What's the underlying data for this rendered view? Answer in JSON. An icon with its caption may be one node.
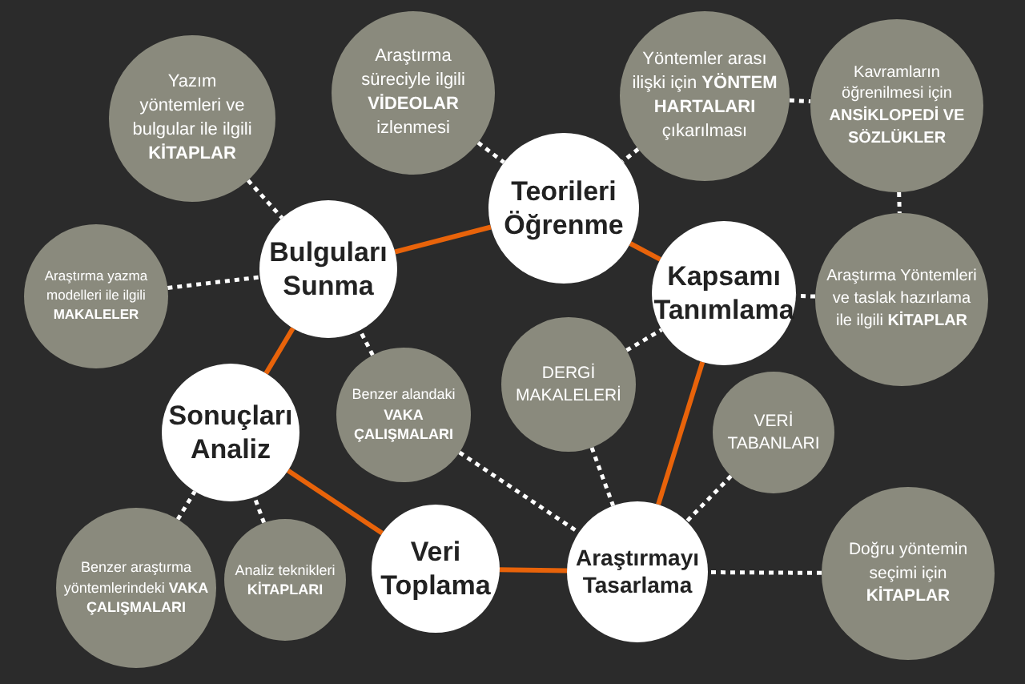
{
  "diagram": {
    "nodes": [
      {
        "text": [
          "Teorileri Öğrenme"
        ]
      },
      {
        "text": [
          "Kapsamı Tanımlama"
        ]
      },
      {
        "text": [
          "Araştırmayı Tasarlama"
        ]
      },
      {
        "text": [
          "Veri Toplama"
        ]
      },
      {
        "text": [
          "Sonuçları Analiz"
        ]
      },
      {
        "text": [
          "Bulguları Sunma"
        ]
      },
      {
        "text": [
          "Yazım yöntemleri ve bulgular ile ilgili **KİTAPLAR**"
        ]
      },
      {
        "text": [
          "Araştırma süreciyle ilgili **VİDEOLAR** izlenmesi"
        ]
      },
      {
        "text": [
          "Yöntemler arası ilişki için **YÖNTEM HARTALARI** çıkarılması"
        ]
      },
      {
        "text": [
          "Kavramların öğrenilmesi için **ANSİKLOPEDİ VE SÖZLÜKLER**"
        ]
      },
      {
        "text": [
          "Araştırma Yöntemleri ve taslak hazırlama ile ilgili **KİTAPLAR**"
        ]
      },
      {
        "text": [
          "Araştırma yazma modelleri ile ilgili **MAKALELER**"
        ]
      },
      {
        "text": [
          "Benzer alandaki **VAKA ÇALIŞMALARI**"
        ]
      },
      {
        "text": [
          "DERGİ MAKALELERİ"
        ]
      },
      {
        "text": [
          "VERİ TABANLARI"
        ]
      },
      {
        "text": [
          "Doğru yöntemin seçimi için **KİTAPLAR**"
        ]
      },
      {
        "text": [
          "Benzer araştırma yöntemlerindeki **VAKA ÇALIŞMALARI**"
        ]
      },
      {
        "text": [
          "Analiz teknikleri **KİTAPLARI**"
        ]
      }
    ],
    "edges": [
      {
        "from": 5,
        "to": 0,
        "arrow": "none",
        "color": "#e8630a"
      },
      {
        "from": 0,
        "to": 1,
        "arrow": "none",
        "color": "#e8630a"
      },
      {
        "from": 1,
        "to": 2,
        "arrow": "none",
        "color": "#e8630a"
      },
      {
        "from": 2,
        "to": 3,
        "arrow": "none",
        "color": "#e8630a"
      },
      {
        "from": 3,
        "to": 4,
        "arrow": "none",
        "color": "#e8630a"
      },
      {
        "from": 4,
        "to": 5,
        "arrow": "none",
        "color": "#e8630a"
      },
      {
        "from": 6,
        "to": 5,
        "arrow": "none",
        "style": "dashed"
      },
      {
        "from": 7,
        "to": 0,
        "arrow": "none",
        "style": "dashed"
      },
      {
        "from": 8,
        "to": 0,
        "arrow": "none",
        "style": "dashed"
      },
      {
        "from": 8,
        "to": 9,
        "arrow": "none",
        "style": "dashed"
      },
      {
        "from": 9,
        "to": 10,
        "arrow": "none",
        "style": "dashed"
      },
      {
        "from": 10,
        "to": 1,
        "arrow": "none",
        "style": "dashed"
      },
      {
        "from": 11,
        "to": 5,
        "arrow": "none",
        "style": "dashed"
      },
      {
        "from": 12,
        "to": 5,
        "arrow": "none",
        "style": "dashed"
      },
      {
        "from": 12,
        "to": 2,
        "arrow": "none",
        "style": "dashed"
      },
      {
        "from": 13,
        "to": 1,
        "arrow": "none",
        "style": "dashed"
      },
      {
        "from": 13,
        "to": 2,
        "arrow": "none",
        "style": "dashed"
      },
      {
        "from": 14,
        "to": 2,
        "arrow": "none",
        "style": "dashed"
      },
      {
        "from": 15,
        "to": 2,
        "arrow": "none",
        "style": "dashed"
      },
      {
        "from": 16,
        "to": 4,
        "arrow": "none",
        "style": "dashed"
      },
      {
        "from": 17,
        "to": 4,
        "arrow": "none",
        "style": "dashed"
      }
    ]
  }
}
